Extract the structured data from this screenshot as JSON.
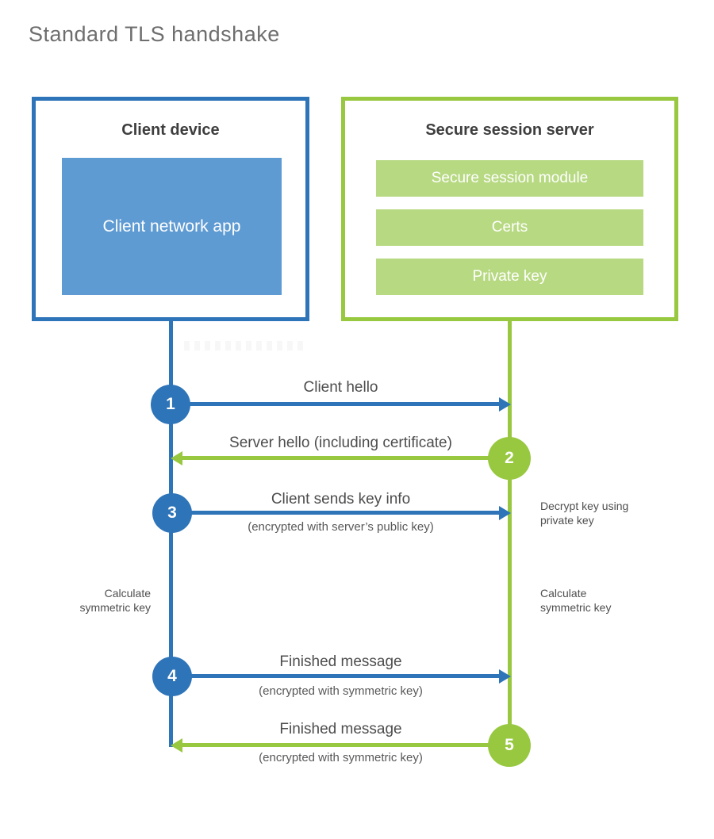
{
  "title": "Standard TLS handshake",
  "colors": {
    "client_accent": "#2e74b8",
    "client_fill": "#5f9bd3",
    "server_accent": "#97c83f",
    "server_fill": "#b7d982",
    "heading_text": "#3e3e3e",
    "label_text": "#4d4d4d",
    "title_text": "#6e6e6e"
  },
  "client": {
    "title": "Client device",
    "app_label": "Client network app"
  },
  "server": {
    "title": "Secure session server",
    "modules": [
      "Secure session module",
      "Certs",
      "Private key"
    ]
  },
  "steps": [
    {
      "num": "1",
      "label": "Client hello",
      "sub": "",
      "direction": "right",
      "color": "blue"
    },
    {
      "num": "2",
      "label": "Server hello (including certificate)",
      "sub": "",
      "direction": "left",
      "color": "green"
    },
    {
      "num": "3",
      "label": "Client sends key info",
      "sub": "(encrypted with server’s public key)",
      "direction": "right",
      "color": "blue"
    },
    {
      "num": "4",
      "label": "Finished message",
      "sub": "(encrypted with symmetric key)",
      "direction": "right",
      "color": "blue"
    },
    {
      "num": "5",
      "label": "Finished message",
      "sub": "(encrypted with symmetric key)",
      "direction": "left",
      "color": "green"
    }
  ],
  "notes": {
    "decrypt": "Decrypt key using private key",
    "calc_left": "Calculate symmetric key",
    "calc_right": "Calculate symmetric key"
  }
}
